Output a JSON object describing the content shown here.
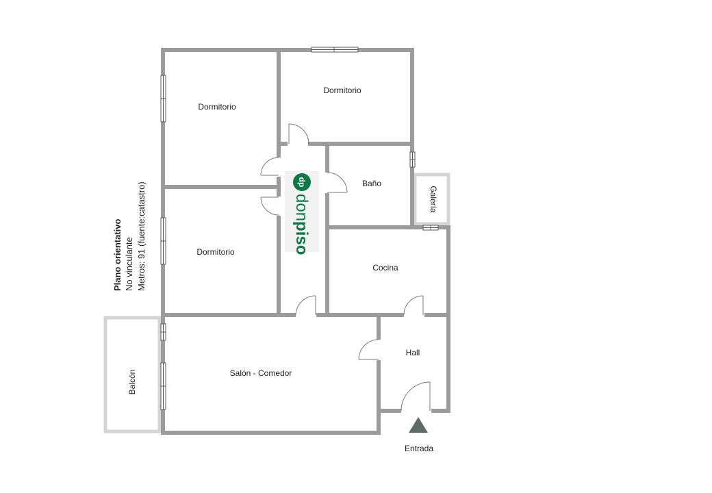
{
  "rooms": {
    "dormitorio_top_left": "Dormitorio",
    "dormitorio_top_right": "Dormitorio",
    "dormitorio_middle": "Dormitorio",
    "bano": "Baño",
    "galeria": "Galería",
    "cocina": "Cocina",
    "hall": "Hall",
    "salon_comedor": "Salón - Comedor",
    "balcon": "Balcón"
  },
  "entrance": {
    "label": "Entrada"
  },
  "info": {
    "title": "Plano orientativo",
    "disclaimer": "No vinculante",
    "area": "Metros: 91 (fuente:catastro)"
  },
  "logo": {
    "brand_prefix": "don",
    "brand_suffix": "piso",
    "badge": "dp",
    "color": "#0d7a46"
  },
  "colors": {
    "wall": "#9b9b9b",
    "light_wall": "#d4d4d4",
    "entrance_marker": "#5f6b68"
  }
}
